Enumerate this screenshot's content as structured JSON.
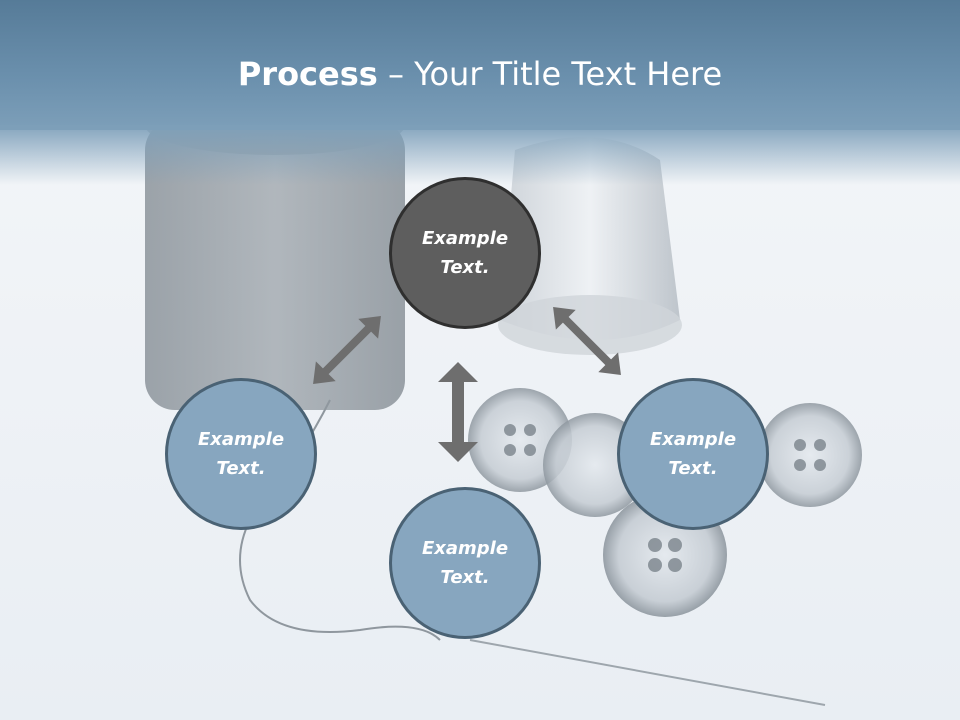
{
  "slide": {
    "title_bold": "Process",
    "title_rest": " – Your Title Text Here"
  },
  "nodes": [
    {
      "label": "Example Text.",
      "style": "dark"
    },
    {
      "label": "Example Text.",
      "style": "light"
    },
    {
      "label": "Example Text.",
      "style": "light"
    },
    {
      "label": "Example Text.",
      "style": "light"
    }
  ],
  "colors": {
    "header": "#6b90ad",
    "node_dark": "#5e5e5e",
    "node_light": "#87a6bf",
    "arrow": "#6e6e6e"
  }
}
